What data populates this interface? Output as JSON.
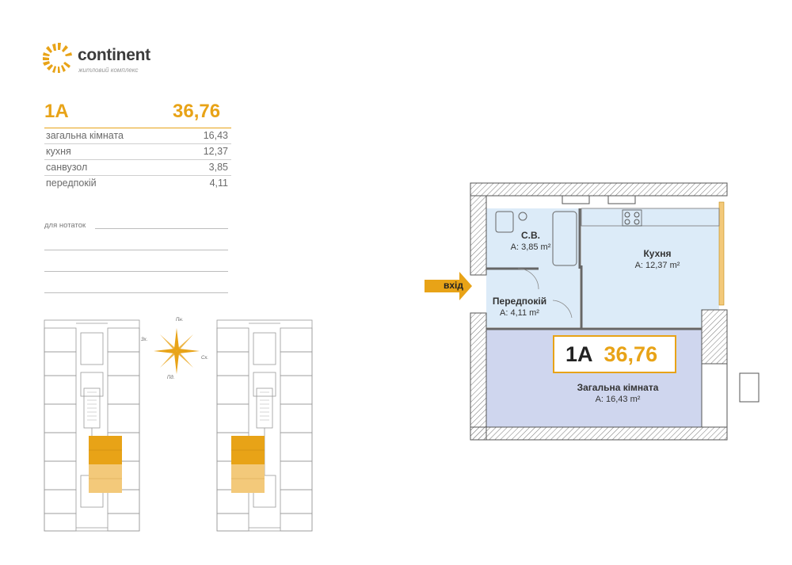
{
  "brand": {
    "name": "continent",
    "subtitle": "житловий комплекс",
    "colors": {
      "accent": "#e8a317",
      "text": "#3c3c3c"
    }
  },
  "apartment": {
    "code": "1A",
    "total_area": "36,76",
    "rooms": [
      {
        "name": "загальна кімната",
        "area": "16,43"
      },
      {
        "name": "кухня",
        "area": "12,37"
      },
      {
        "name": "санвузол",
        "area": "3,85"
      },
      {
        "name": "передпокій",
        "area": "4,11"
      }
    ]
  },
  "notes": {
    "label": "для нотаток"
  },
  "compass": {
    "north": "Пн.",
    "south": "Пд.",
    "east": "Сх.",
    "west": "Зх."
  },
  "plan": {
    "entry_label": "вхід",
    "rooms": {
      "bath": {
        "name": "С.В.",
        "area": "А: 3,85 m²"
      },
      "kitchen": {
        "name": "Кухня",
        "area": "А: 12,37 m²"
      },
      "hall": {
        "name": "Передпокій",
        "area": "А: 4,11 m²"
      },
      "living": {
        "name": "Загальна кімната",
        "area": "А: 16,43 m²"
      }
    },
    "badge": {
      "code": "1A",
      "area": "36,76"
    },
    "room_colors": {
      "living": "#cfd6ee",
      "kitchen": "#dcebf8",
      "bath": "#dcebf8",
      "hall": "#dcebf8",
      "walls": "#8a8a8a"
    }
  }
}
